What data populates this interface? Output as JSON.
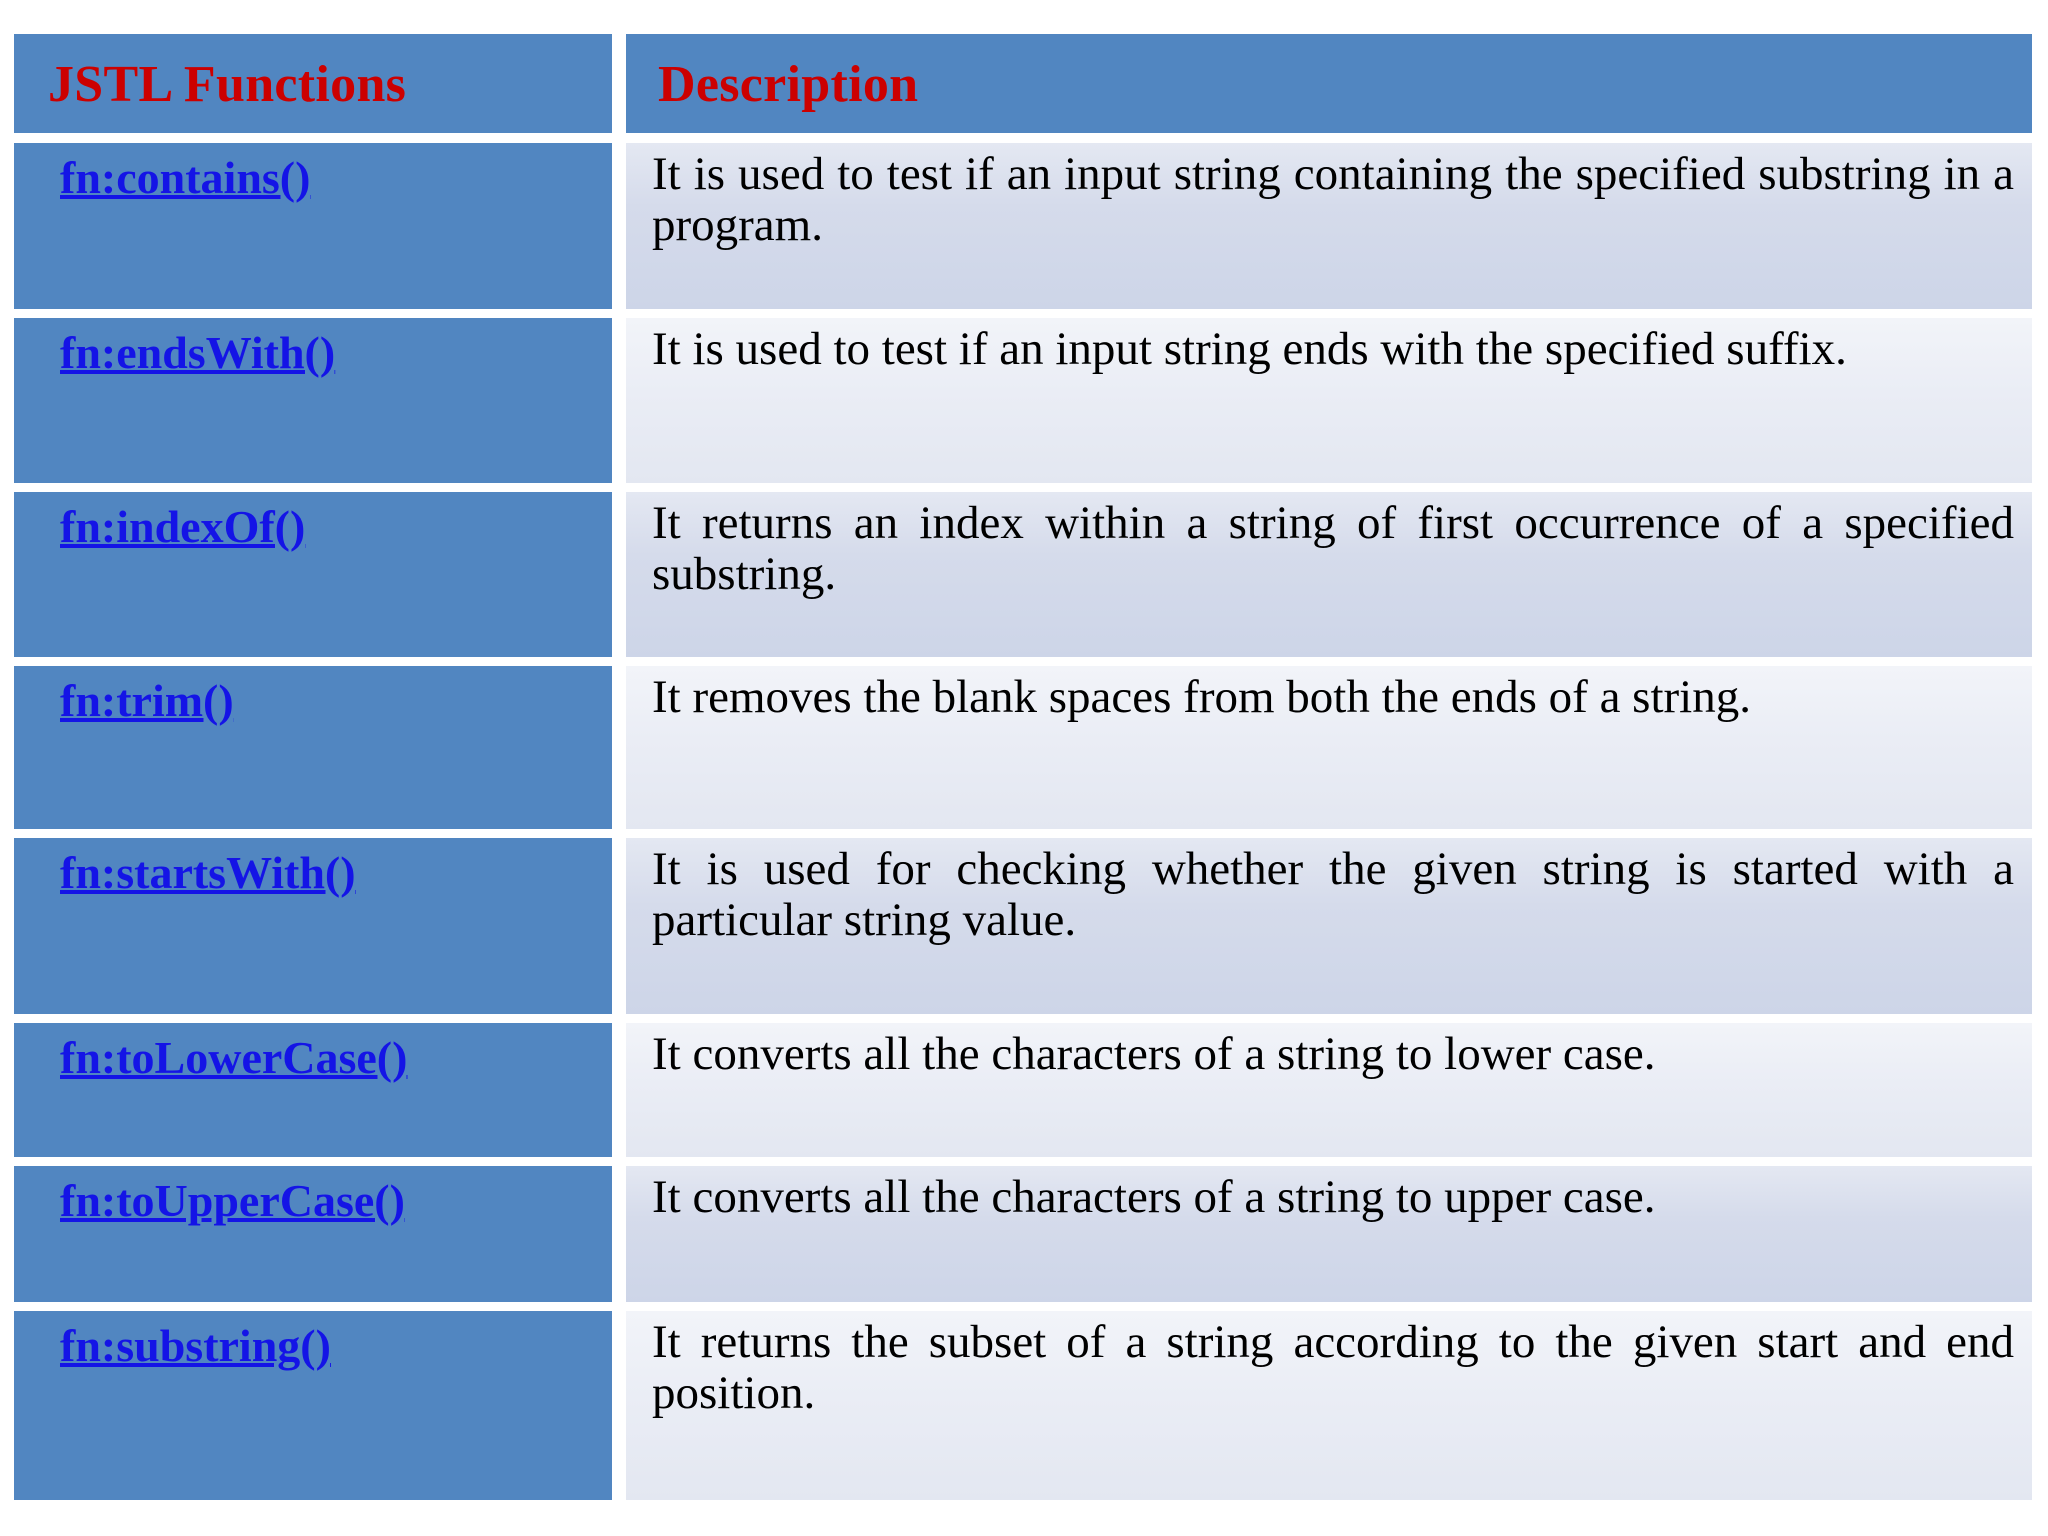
{
  "table": {
    "headers": [
      {
        "label": "JSTL Functions"
      },
      {
        "label": "Description"
      }
    ],
    "rows": [
      {
        "function": "fn:contains()",
        "description": "It is used to test if an input string containing the specified substring in a program."
      },
      {
        "function": "fn:endsWith()",
        "description": "It is used to test if an input string ends with the specified suffix."
      },
      {
        "function": "fn:indexOf()",
        "description": "It returns an index within a string of first occurrence of a specified substring."
      },
      {
        "function": "fn:trim()",
        "description": "It removes the blank spaces from both the ends of a string."
      },
      {
        "function": "fn:startsWith()",
        "description": "It is used for checking whether the given string is started with a particular string value."
      },
      {
        "function": "fn:toLowerCase()",
        "description": "It converts all the characters of a string to lower case."
      },
      {
        "function": "fn:toUpperCase()",
        "description": "It converts all the characters of a string to upper case."
      },
      {
        "function": "fn:substring()",
        "description": "It returns the subset of a string according to the given start and end position."
      }
    ]
  },
  "colors": {
    "header_background": "#5186c1",
    "header_text": "#cc0000",
    "function_cell_background": "#5186c1",
    "function_link_text": "#1414e6",
    "description_background_dark": "#d5dbeb",
    "description_background_light": "#eaedf5",
    "description_text": "#000000",
    "page_background": "#ffffff"
  }
}
